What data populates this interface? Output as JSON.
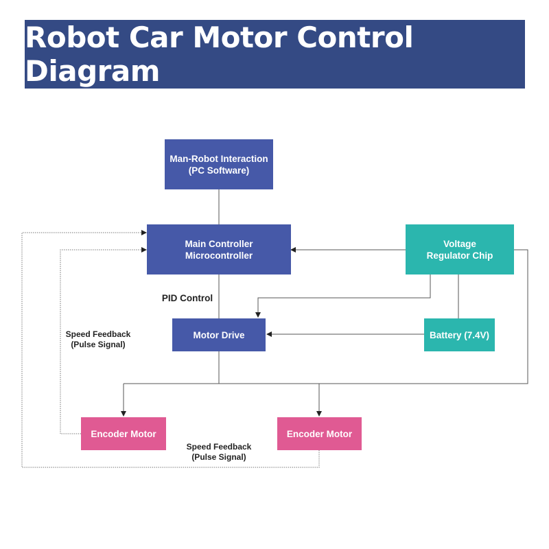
{
  "header": {
    "title": "Robot Car Motor Control Diagram"
  },
  "nodes": {
    "pc_software": {
      "line1": "Man-Robot Interaction",
      "line2": "(PC Software)"
    },
    "main_controller": {
      "line1": "Main Controller",
      "line2": "Microcontroller"
    },
    "voltage_regulator": {
      "line1": "Voltage",
      "line2": "Regulator Chip"
    },
    "motor_drive": {
      "label": "Motor Drive"
    },
    "battery": {
      "label": "Battery (7.4V)"
    },
    "encoder_motor_left": {
      "label": "Encoder Motor"
    },
    "encoder_motor_right": {
      "label": "Encoder Motor"
    }
  },
  "labels": {
    "pid_control": "PID Control",
    "speed_feedback_left": {
      "line1": "Speed Feedback",
      "line2": "(Pulse Signal)"
    },
    "speed_feedback_bottom": {
      "line1": "Speed Feedback",
      "line2": "(Pulse Signal)"
    }
  },
  "colors": {
    "title_banner": "#344a84",
    "controller_blue": "#4659a8",
    "power_teal": "#2bb6ae",
    "motor_pink": "#e05a93",
    "connector": "#555555"
  }
}
